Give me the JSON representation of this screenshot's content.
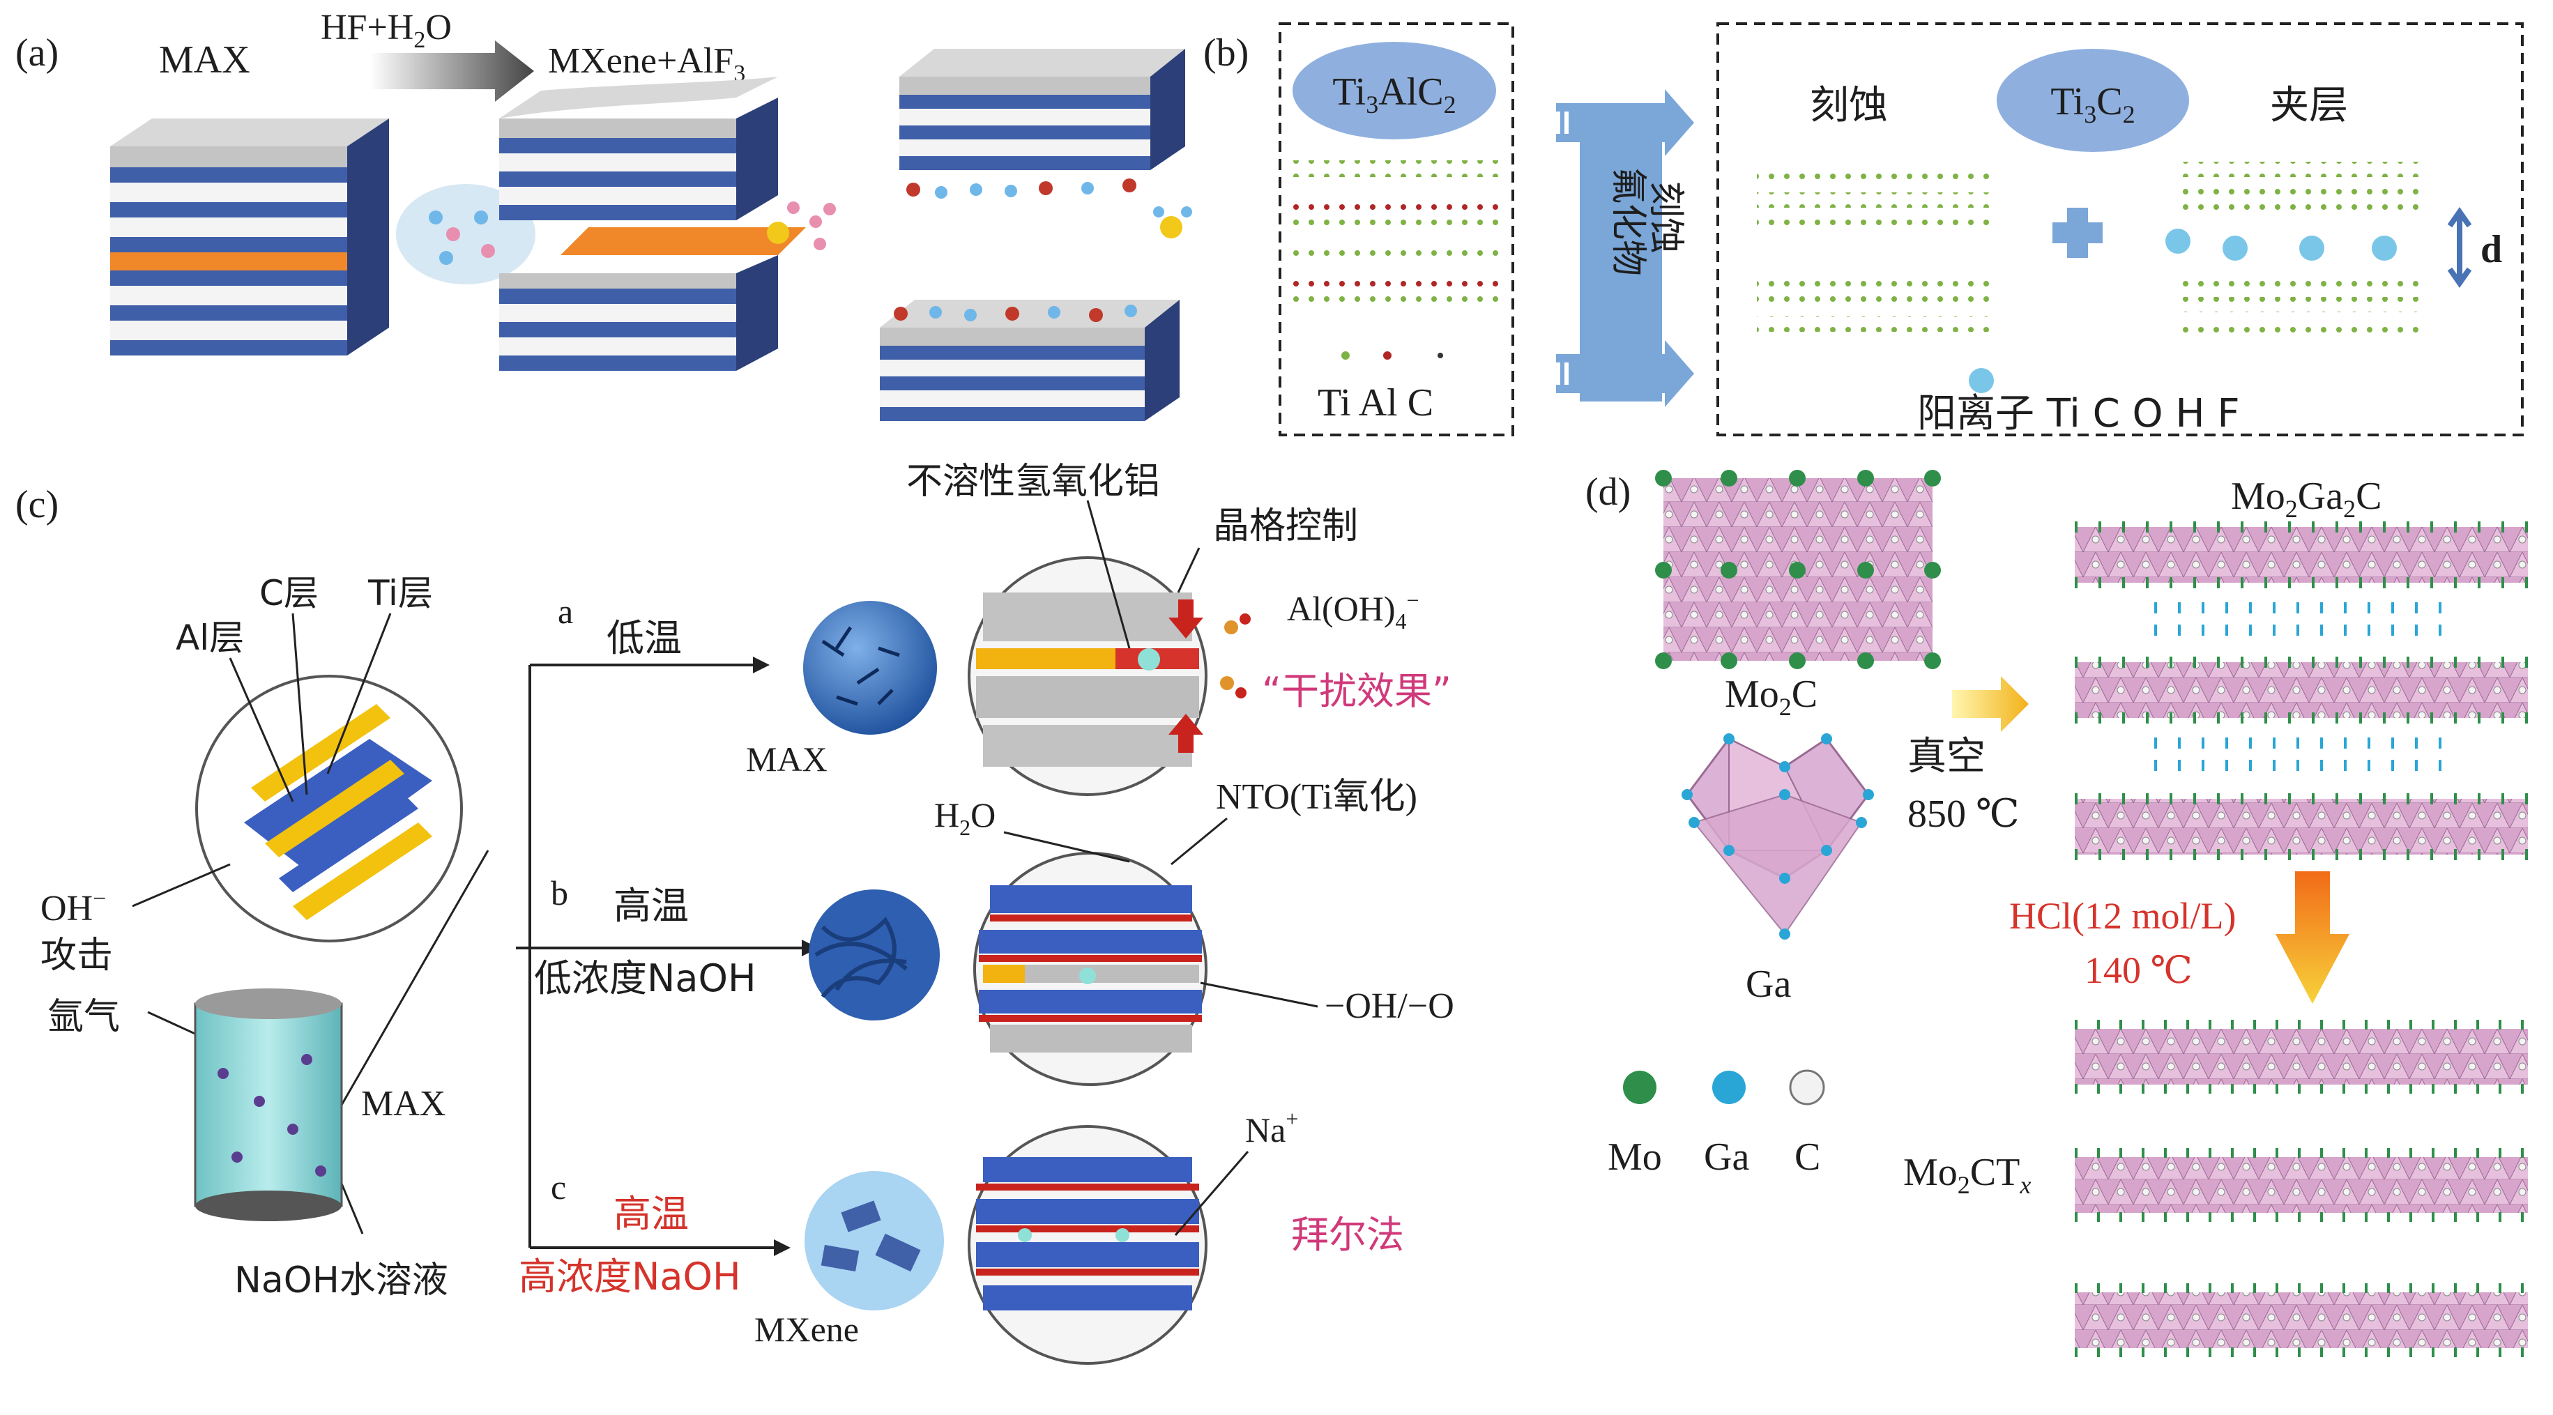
{
  "panel_a": {
    "tag": "(a)",
    "max_label": "MAX",
    "reagent": "HF+H",
    "reagent_sub": "2",
    "reagent_tail": "O",
    "product": "MXene+AlF",
    "product_sub": "3"
  },
  "panel_b": {
    "tag": "(b)",
    "parent_phase": "Ti",
    "parent_sub1": "3",
    "parent_mid": "AlC",
    "parent_sub2": "2",
    "legend_elements": "Ti Al C",
    "etch_vertical_1": "氟化物",
    "etch_vertical_2": "刻蚀",
    "etch_label": "刻蚀",
    "mxene": "Ti",
    "mxene_sub1": "3",
    "mxene_mid": "C",
    "mxene_sub2": "2",
    "intercalation_label": "夹层",
    "interlayer_symbol": "d",
    "legend_ions": "阳离子 Ti C O H F"
  },
  "panel_c": {
    "tag": "(c)",
    "c_layer": "C层",
    "ti_layer": "Ti层",
    "al_layer": "Al层",
    "oh_attack_1": "OH",
    "oh_attack_sup": "−",
    "oh_attack_2": "攻击",
    "argon": "氩气",
    "max_label": "MAX",
    "naoh_solution": "NaOH水溶液",
    "route_a": "a",
    "route_a_cond": "低温",
    "route_b": "b",
    "route_b_cond1": "高温",
    "route_b_cond2": "低浓度NaOH",
    "route_c": "c",
    "route_c_cond1": "高温",
    "route_c_cond2": "高浓度NaOH",
    "insoluble_al": "不溶性氢氧化铝",
    "lattice_control": "晶格控制",
    "aluminate": "Al(OH)",
    "aluminate_sub": "4",
    "aluminate_sup": "−",
    "interference": "“干扰效果”",
    "sphere_max": "MAX",
    "water": "H",
    "water_sub": "2",
    "water_tail": "O",
    "nto": "NTO(Ti氧化)",
    "termination": "−OH/−O",
    "sodium": "Na",
    "sodium_sup": "+",
    "bayer": "拜尔法",
    "sphere_mxene": "MXene"
  },
  "panel_d": {
    "tag": "(d)",
    "mo2c": "Mo",
    "mo2c_sub": "2",
    "mo2c_tail": "C",
    "ga": "Ga",
    "vacuum": "真空",
    "temp1": "850 ℃",
    "mo2ga2c_1": "Mo",
    "mo2ga2c_sub1": "2",
    "mo2ga2c_2": "Ga",
    "mo2ga2c_sub2": "2",
    "mo2ga2c_3": "C",
    "hcl": "HCl(12 mol/L)",
    "temp2": "140 ℃",
    "mo2ctx_1": "Mo",
    "mo2ctx_sub": "2",
    "mo2ctx_2": "CT",
    "mo2ctx_x": "x",
    "legend_mo": "Mo",
    "legend_ga": "Ga",
    "legend_c": "C"
  },
  "colors": {
    "layer_blue": "#3f5fa8",
    "layer_gray": "#bdbdbd",
    "al_orange": "#f0882a",
    "ellipse_blue": "#8fb0df",
    "arrow_blue": "#7aa6d8",
    "label_red": "#d5332b",
    "label_pink": "#d0397a",
    "mo_green": "#2f8f4a",
    "ga_cyan": "#29a6d6",
    "octahedra_pink": "#d9a8cf"
  }
}
